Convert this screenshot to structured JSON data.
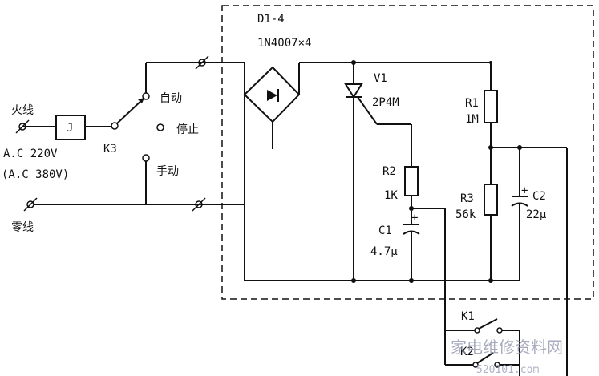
{
  "labels": {
    "d14": "D1-4",
    "bridge_part": "1N4007×4",
    "v1": "V1",
    "v1_part": "2P4M",
    "r1": "R1",
    "r1_val": "1M",
    "r2": "R2",
    "r2_val": "1K",
    "r3": "R3",
    "r3_val": "56k",
    "c1": "C1",
    "c1_val": "4.7μ",
    "c2": "C2",
    "c2_val": "22μ",
    "live": "火线",
    "ac220": "A.C 220V",
    "ac380": "(A.C 380V)",
    "neutral": "零线",
    "relay": "J",
    "k3": "K3",
    "auto": "自动",
    "stop": "停止",
    "manual": "手动",
    "k1": "K1",
    "k2": "K2"
  },
  "watermark": {
    "text": "家电维修资料网",
    "url": "520101.com"
  }
}
